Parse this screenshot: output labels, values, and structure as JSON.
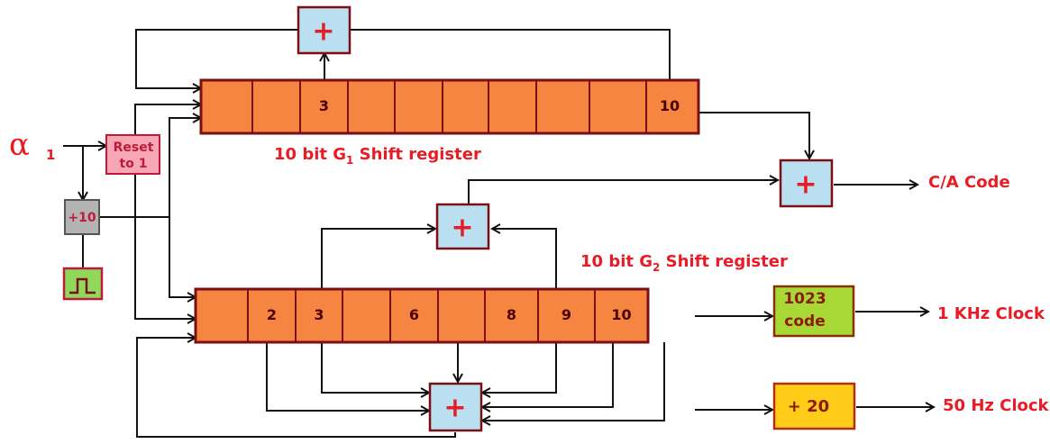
{
  "input": {
    "symbol": "α",
    "subscript": "1"
  },
  "reset_block": {
    "line1": "Reset",
    "line2": "to  1"
  },
  "divider_block": {
    "label": "+10"
  },
  "g1_register": {
    "title_prefix": "10 bit G",
    "title_sub": "1",
    "title_suffix": " Shift register",
    "cells": [
      "",
      "",
      "3",
      "",
      "",
      "",
      "",
      "",
      "",
      "10"
    ]
  },
  "g2_register": {
    "title_prefix": "10 bit G",
    "title_sub": "2",
    "title_suffix": " Shift register",
    "cells": [
      "",
      "2",
      "3",
      "",
      "6",
      "",
      "8",
      "9",
      "10"
    ]
  },
  "adders": {
    "symbol": "+"
  },
  "outputs": {
    "ca_code": "C/A Code",
    "code_block": {
      "line1": "1023",
      "line2": "code"
    },
    "khz_clock": "1 KHz Clock",
    "div20_block": "+ 20",
    "hz_clock": "50 Hz Clock"
  }
}
